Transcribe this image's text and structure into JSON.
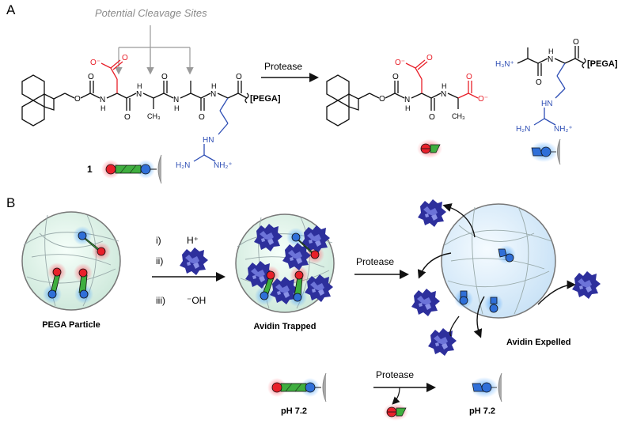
{
  "panel_a": {
    "letter": "A",
    "cleavage_title": "Potential Cleavage Sites",
    "arrow_label": "Protease",
    "compound_number": "1",
    "pega": "[PEGA]",
    "carboxylate": "O⁻",
    "chiral_methyl": "CH₃",
    "atom_O": "O",
    "atom_N": "N",
    "atom_H": "H",
    "ammonium": "H₃N⁺",
    "guan_nh": "HN",
    "guan_h2n": "H₂N",
    "guan_nh2plus": "NH₂⁺"
  },
  "panel_b": {
    "letter": "B",
    "particle_label": "PEGA Particle",
    "trapped_label": "Avidin Trapped",
    "expelled_label": "Avidin Expelled",
    "step_i": "i)",
    "step_i_reagent": "H⁺",
    "step_ii": "ii)",
    "step_iii": "iii)",
    "step_iii_reagent": "⁻OH",
    "arrow_protease": "Protease",
    "legend_protease": "Protease",
    "ph_left": "pH 7.2",
    "ph_right": "pH 7.2"
  },
  "colors": {
    "negative": "#e8202a",
    "positive": "#2f6fd8",
    "linker": "#3fae3f",
    "glow_red": "#ff7f8a",
    "glow_blue": "#6fb6ff",
    "sphere": "#dff3ea",
    "sphere_expelled": "#dceefb",
    "protein": "#2d2f9c",
    "annotation_gray": "#8a8a8a"
  }
}
